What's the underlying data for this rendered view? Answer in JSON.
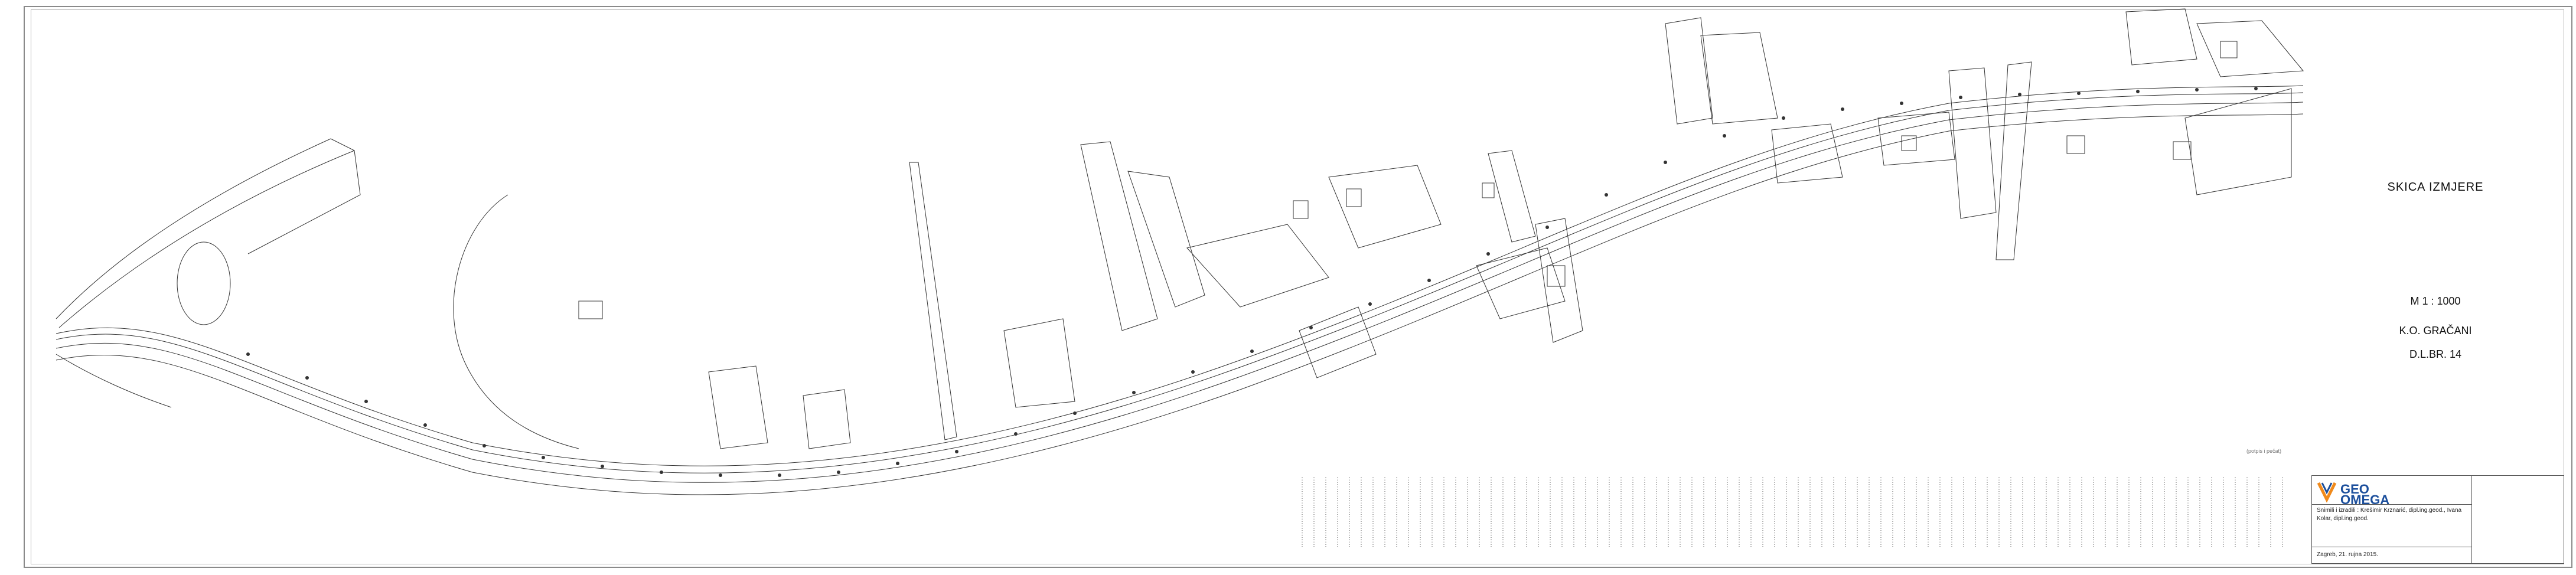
{
  "sheet": {
    "title": "SKICA IZMJERE",
    "scale": "M 1 : 1000",
    "cadastral_municipality": "K.O. GRAČANI",
    "sheet_number": "D.L.BR. 14",
    "signature_note": "(potpis i pečat)"
  },
  "title_block": {
    "company_line1": "GEO",
    "company_line2": "OMEGA",
    "made_by": "Snimili i izradili : Krešimir Krznarić, dipl.ing.geod., Ivana Kolar, dipl.ing.geod.",
    "date": "Zagreb, 21. rujna 2015."
  },
  "colors": {
    "line": "#333333",
    "frame": "#8a8a8a",
    "brand_blue": "#1c4f9c",
    "brand_orange": "#f08a1c"
  }
}
